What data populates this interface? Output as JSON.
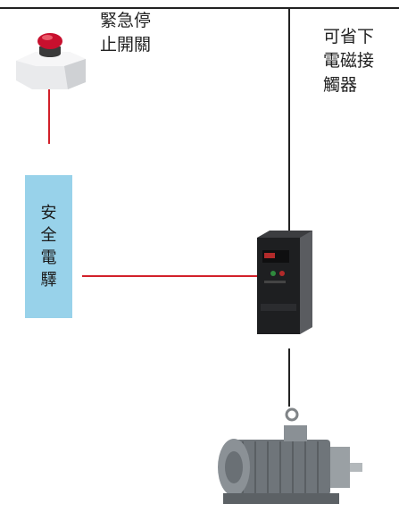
{
  "diagram": {
    "emergency_stop": {
      "label_line1": "緊急停",
      "label_line2": "止開關",
      "icon": "emergency-stop-button-icon"
    },
    "safety_relay": {
      "label": "安全電驛"
    },
    "contactor_note": {
      "line1": "可省下",
      "line2": "電磁接",
      "line3": "觸器"
    },
    "inverter": {
      "icon": "inverter-drive-icon"
    },
    "motor": {
      "icon": "electric-motor-icon"
    },
    "colors": {
      "safety_wire": "#d2202a",
      "power_wire": "#222222",
      "relay_fill": "#98d2ea",
      "button_red": "#c8102e"
    }
  }
}
